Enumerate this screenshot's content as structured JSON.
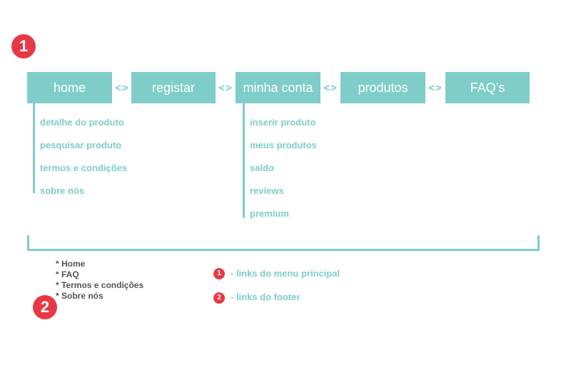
{
  "colors": {
    "accent": "#7ecdc8",
    "badge": "#e63946",
    "footer_text": "#555555"
  },
  "badges": {
    "main_menu": "1",
    "footer": "2"
  },
  "nav": {
    "items": [
      {
        "label": "home"
      },
      {
        "label": "registar"
      },
      {
        "label": "minha conta"
      },
      {
        "label": "produtos"
      },
      {
        "label": "FAQ’s"
      }
    ],
    "separator": "<>"
  },
  "home_submenu": [
    "detalhe do produto",
    "pesquisar produto",
    "termos e condições",
    "sobre nós"
  ],
  "account_submenu": [
    "inserir produto",
    "meus produtos",
    "saldo",
    "reviews",
    "premium"
  ],
  "footer_links": [
    "* Home",
    "* FAQ",
    "* Termos e condições",
    "* Sobre nós"
  ],
  "legend": [
    {
      "badge": "1",
      "text": "- links do menu principal"
    },
    {
      "badge": "2",
      "text": "- links do footer"
    }
  ]
}
